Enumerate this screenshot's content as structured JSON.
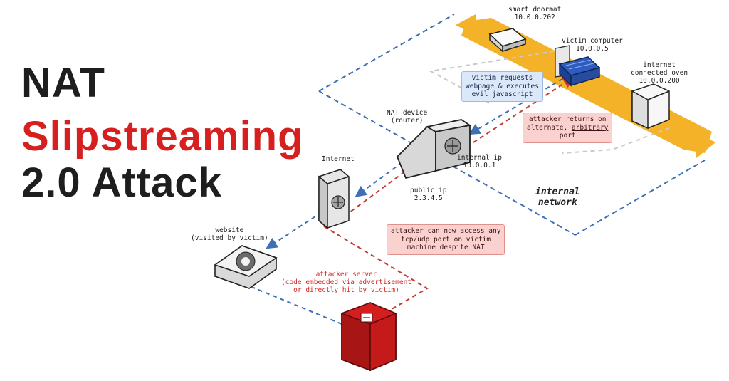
{
  "title": {
    "line1": "NAT",
    "line2": "Slipstreaming",
    "line3": "2.0 Attack"
  },
  "colors": {
    "title_dark": "#1e1e1e",
    "title_red": "#d61f1f",
    "network_band": "#f4b228",
    "blue_dashes": "#3f6fb5",
    "red_dashes": "#c23b32",
    "gray_dashes": "#c9c9c9"
  },
  "nodes": {
    "smart_doormat": {
      "name": "smart doormat",
      "ip": "10.0.0.202"
    },
    "victim_computer": {
      "name": "victim computer",
      "ip": "10.0.0.5"
    },
    "oven": {
      "name_line1": "internet",
      "name_line2": "connected oven",
      "ip": "10.0.0.200"
    },
    "nat_device": {
      "line1": "NAT device",
      "line2": "(router)"
    },
    "internal_ip": {
      "label": "internal ip",
      "ip": "10.0.0.1"
    },
    "public_ip": {
      "label": "public ip",
      "ip": "2.3.4.5"
    },
    "internet": {
      "label": "Internet"
    },
    "website": {
      "line1": "website",
      "line2": "(visited by victim)"
    },
    "attacker_server": {
      "line1": "attacker server",
      "line2": "(code embedded via advertisement",
      "line3": "or directly hit by victim)"
    }
  },
  "callouts": {
    "victim_requests": {
      "line1": "victim requests",
      "line2": "webpage & executes",
      "line3": "evil javascript"
    },
    "attacker_returns": {
      "line1": "attacker returns on",
      "line2_prefix": "alternate, ",
      "line2_emph": "arbitrary",
      "line3": "port"
    },
    "attacker_access": {
      "line1": "attacker can now access any",
      "line2": "tcp/udp port on victim",
      "line3": "machine despite NAT"
    }
  },
  "network_label": {
    "line1": "internal",
    "line2": "network"
  }
}
